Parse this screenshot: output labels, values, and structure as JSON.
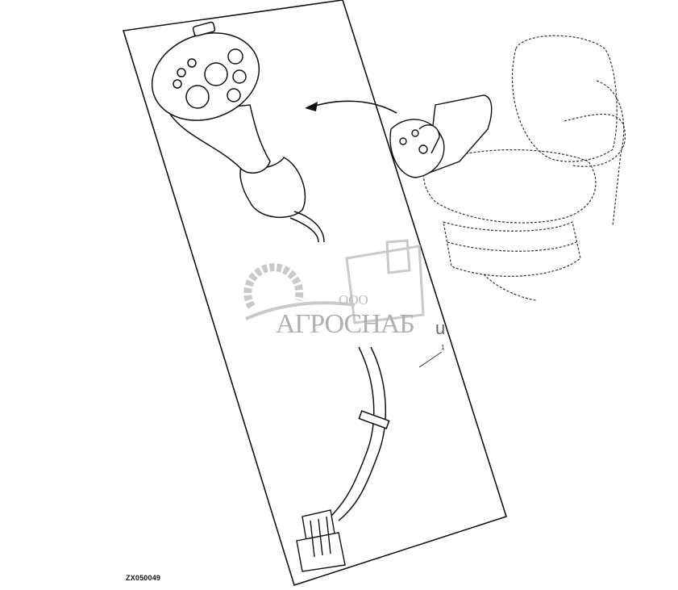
{
  "figure": {
    "id_label": "ZX050049",
    "callout_number": "1",
    "components": [
      "joystick-handle",
      "wiring-harness",
      "connector",
      "operator-seat-with-armrest-console"
    ]
  },
  "watermark": {
    "prefix": "ООО",
    "name": "АГРОСНАБ",
    "suffix": "u"
  },
  "colors": {
    "line": "#111111",
    "watermark": "#b0b0b0"
  }
}
